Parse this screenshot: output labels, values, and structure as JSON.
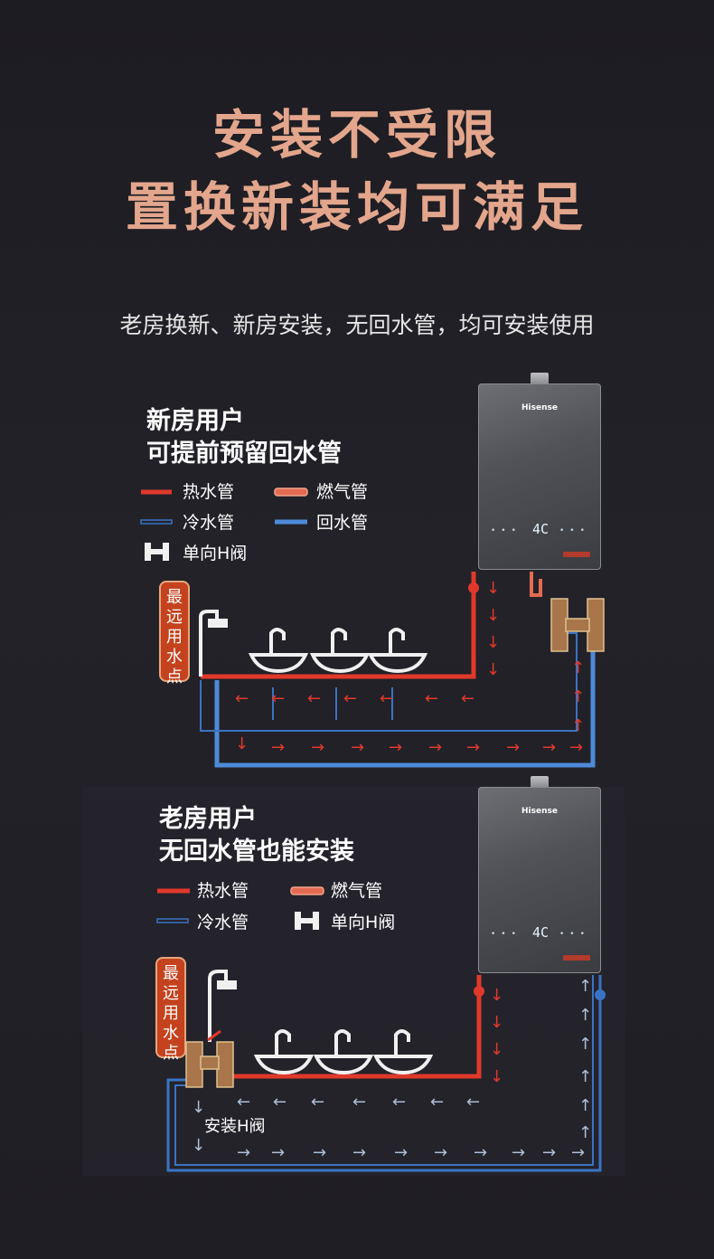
{
  "title": {
    "line1": "安装不受限",
    "line2": "置换新装均可满足"
  },
  "subtitle": "老房换新、新房安装，无回水管，均可安装使用",
  "colors": {
    "hot": "#e0392b",
    "cold": "#3a73c5",
    "gas_fill": "#e46a52",
    "accent": "#e3a68c",
    "arrow_return": "#aebfd8"
  },
  "panel1": {
    "heading_line1": "新房用户",
    "heading_line2": "可提前预留回水管",
    "legend": {
      "hot": "热水管",
      "gas": "燃气管",
      "cold": "冷水管",
      "return": "回水管",
      "valve": "单向H阀"
    },
    "farthest_tag": [
      "最",
      "远",
      "用",
      "水",
      "点"
    ],
    "heater_brand": "Hisense",
    "heater_display": "4C"
  },
  "panel2": {
    "heading_line1": "老房用户",
    "heading_line2": "无回水管也能安装",
    "legend": {
      "hot": "热水管",
      "gas": "燃气管",
      "cold": "冷水管",
      "valve": "单向H阀"
    },
    "farthest_tag": [
      "最",
      "远",
      "用",
      "水",
      "点"
    ],
    "valve_label": "安装H阀",
    "heater_brand": "Hisense",
    "heater_display": "4C"
  }
}
